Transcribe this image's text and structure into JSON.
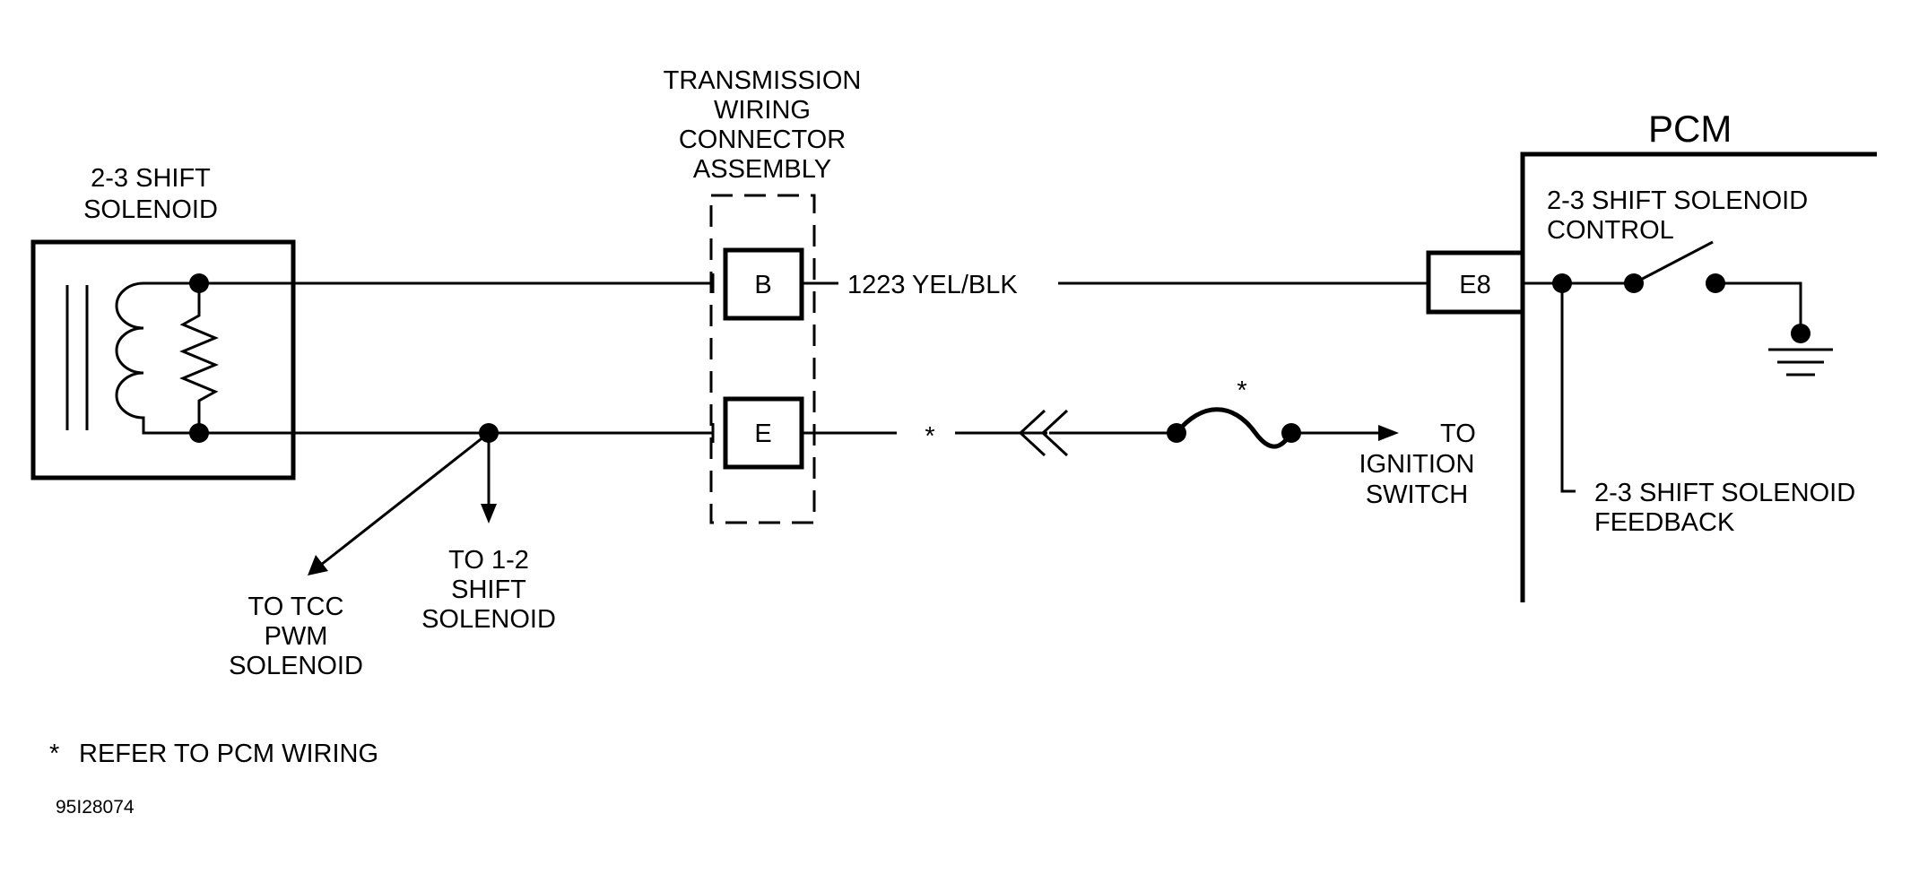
{
  "labels": {
    "solenoid_title": [
      "2-3 SHIFT",
      "SOLENOID"
    ],
    "connector_title": [
      "TRANSMISSION",
      "WIRING",
      "CONNECTOR",
      "ASSEMBLY"
    ],
    "pcm_title": "PCM",
    "pin_b": "B",
    "pin_e": "E",
    "pin_e8": "E8",
    "wire_label": "1223 YEL/BLK",
    "asterisk": "*",
    "fuse_asterisk": "*",
    "control_label": [
      "2-3 SHIFT SOLENOID",
      "CONTROL"
    ],
    "feedback_label": [
      "2-3 SHIFT SOLENOID",
      "FEEDBACK"
    ],
    "to_ignition": [
      "TO",
      "IGNITION",
      "SWITCH"
    ],
    "to_tcc": [
      "TO TCC",
      "PWM",
      "SOLENOID"
    ],
    "to_12": [
      "TO 1-2",
      "SHIFT",
      "SOLENOID"
    ],
    "footnote_star": "*",
    "footnote_text": "REFER TO PCM WIRING",
    "figure_id": "95I28074"
  }
}
